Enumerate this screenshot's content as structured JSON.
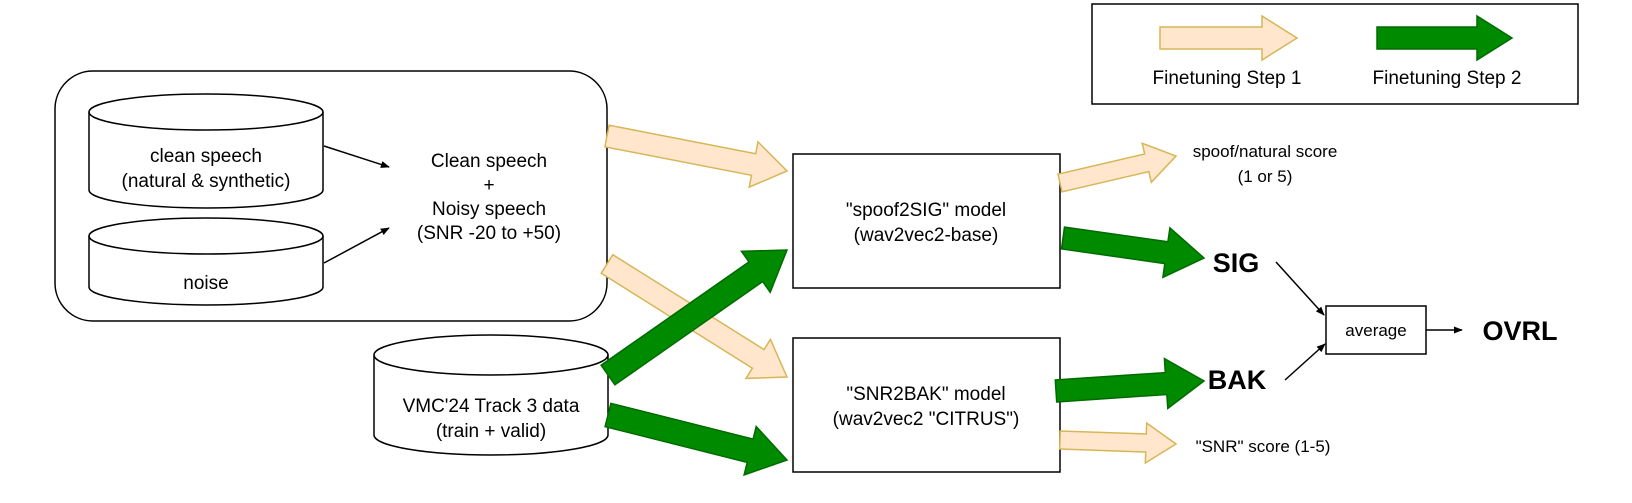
{
  "colors": {
    "step1_fill": "#ffe6cc",
    "step1_stroke": "#d6b656",
    "step2_fill": "#008a00",
    "step2_stroke": "#006b00",
    "line": "#000000",
    "background": "#ffffff"
  },
  "legend": {
    "step1_label": "Finetuning Step 1",
    "step2_label": "Finetuning Step 2"
  },
  "inputs": {
    "clean_speech_line1": "clean speech",
    "clean_speech_line2": "(natural & synthetic)",
    "noise": "noise",
    "mix_line1": "Clean speech",
    "mix_line2": "+",
    "mix_line3": "Noisy speech",
    "mix_line4": "(SNR -20 to +50)"
  },
  "dataset": {
    "line1": "VMC'24 Track 3 data",
    "line2": "(train + valid)"
  },
  "models": {
    "sig_line1": "\"spoof2SIG\" model",
    "sig_line2": "(wav2vec2-base)",
    "bak_line1": "\"SNR2BAK\" model",
    "bak_line2": "(wav2vec2 \"CITRUS\")"
  },
  "outputs": {
    "spoof_line1": "spoof/natural score",
    "spoof_line2": "(1 or 5)",
    "sig": "SIG",
    "bak": "BAK",
    "snr": "\"SNR\" score (1-5)",
    "average": "average",
    "ovrl": "OVRL"
  }
}
